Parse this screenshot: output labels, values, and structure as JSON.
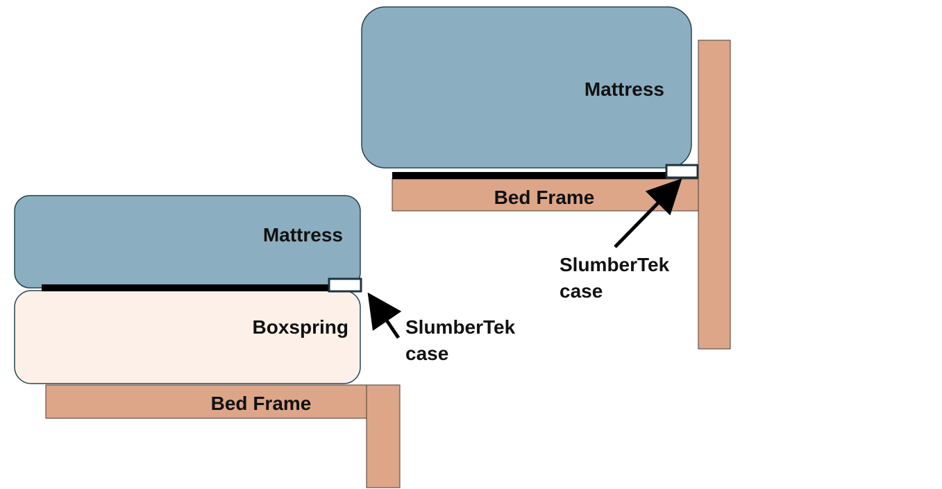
{
  "colors": {
    "mattress": "#8BAEC0",
    "mattress_stroke": "#26434f",
    "boxspring": "#FDF0E8",
    "frame": "#DDA689",
    "frame_stroke": "#4a3a30",
    "case": "#ffffff",
    "case_stroke": "#1c3340",
    "liner": "#000000",
    "text": "#111111"
  },
  "left_setup": {
    "mattress_label": "Mattress",
    "boxspring_label": "Boxspring",
    "bed_frame_label": "Bed Frame",
    "case_label_line1": "SlumberTek",
    "case_label_line2": "case"
  },
  "right_setup": {
    "mattress_label": "Mattress",
    "bed_frame_label": "Bed Frame",
    "case_label_line1": "SlumberTek",
    "case_label_line2": "case"
  }
}
